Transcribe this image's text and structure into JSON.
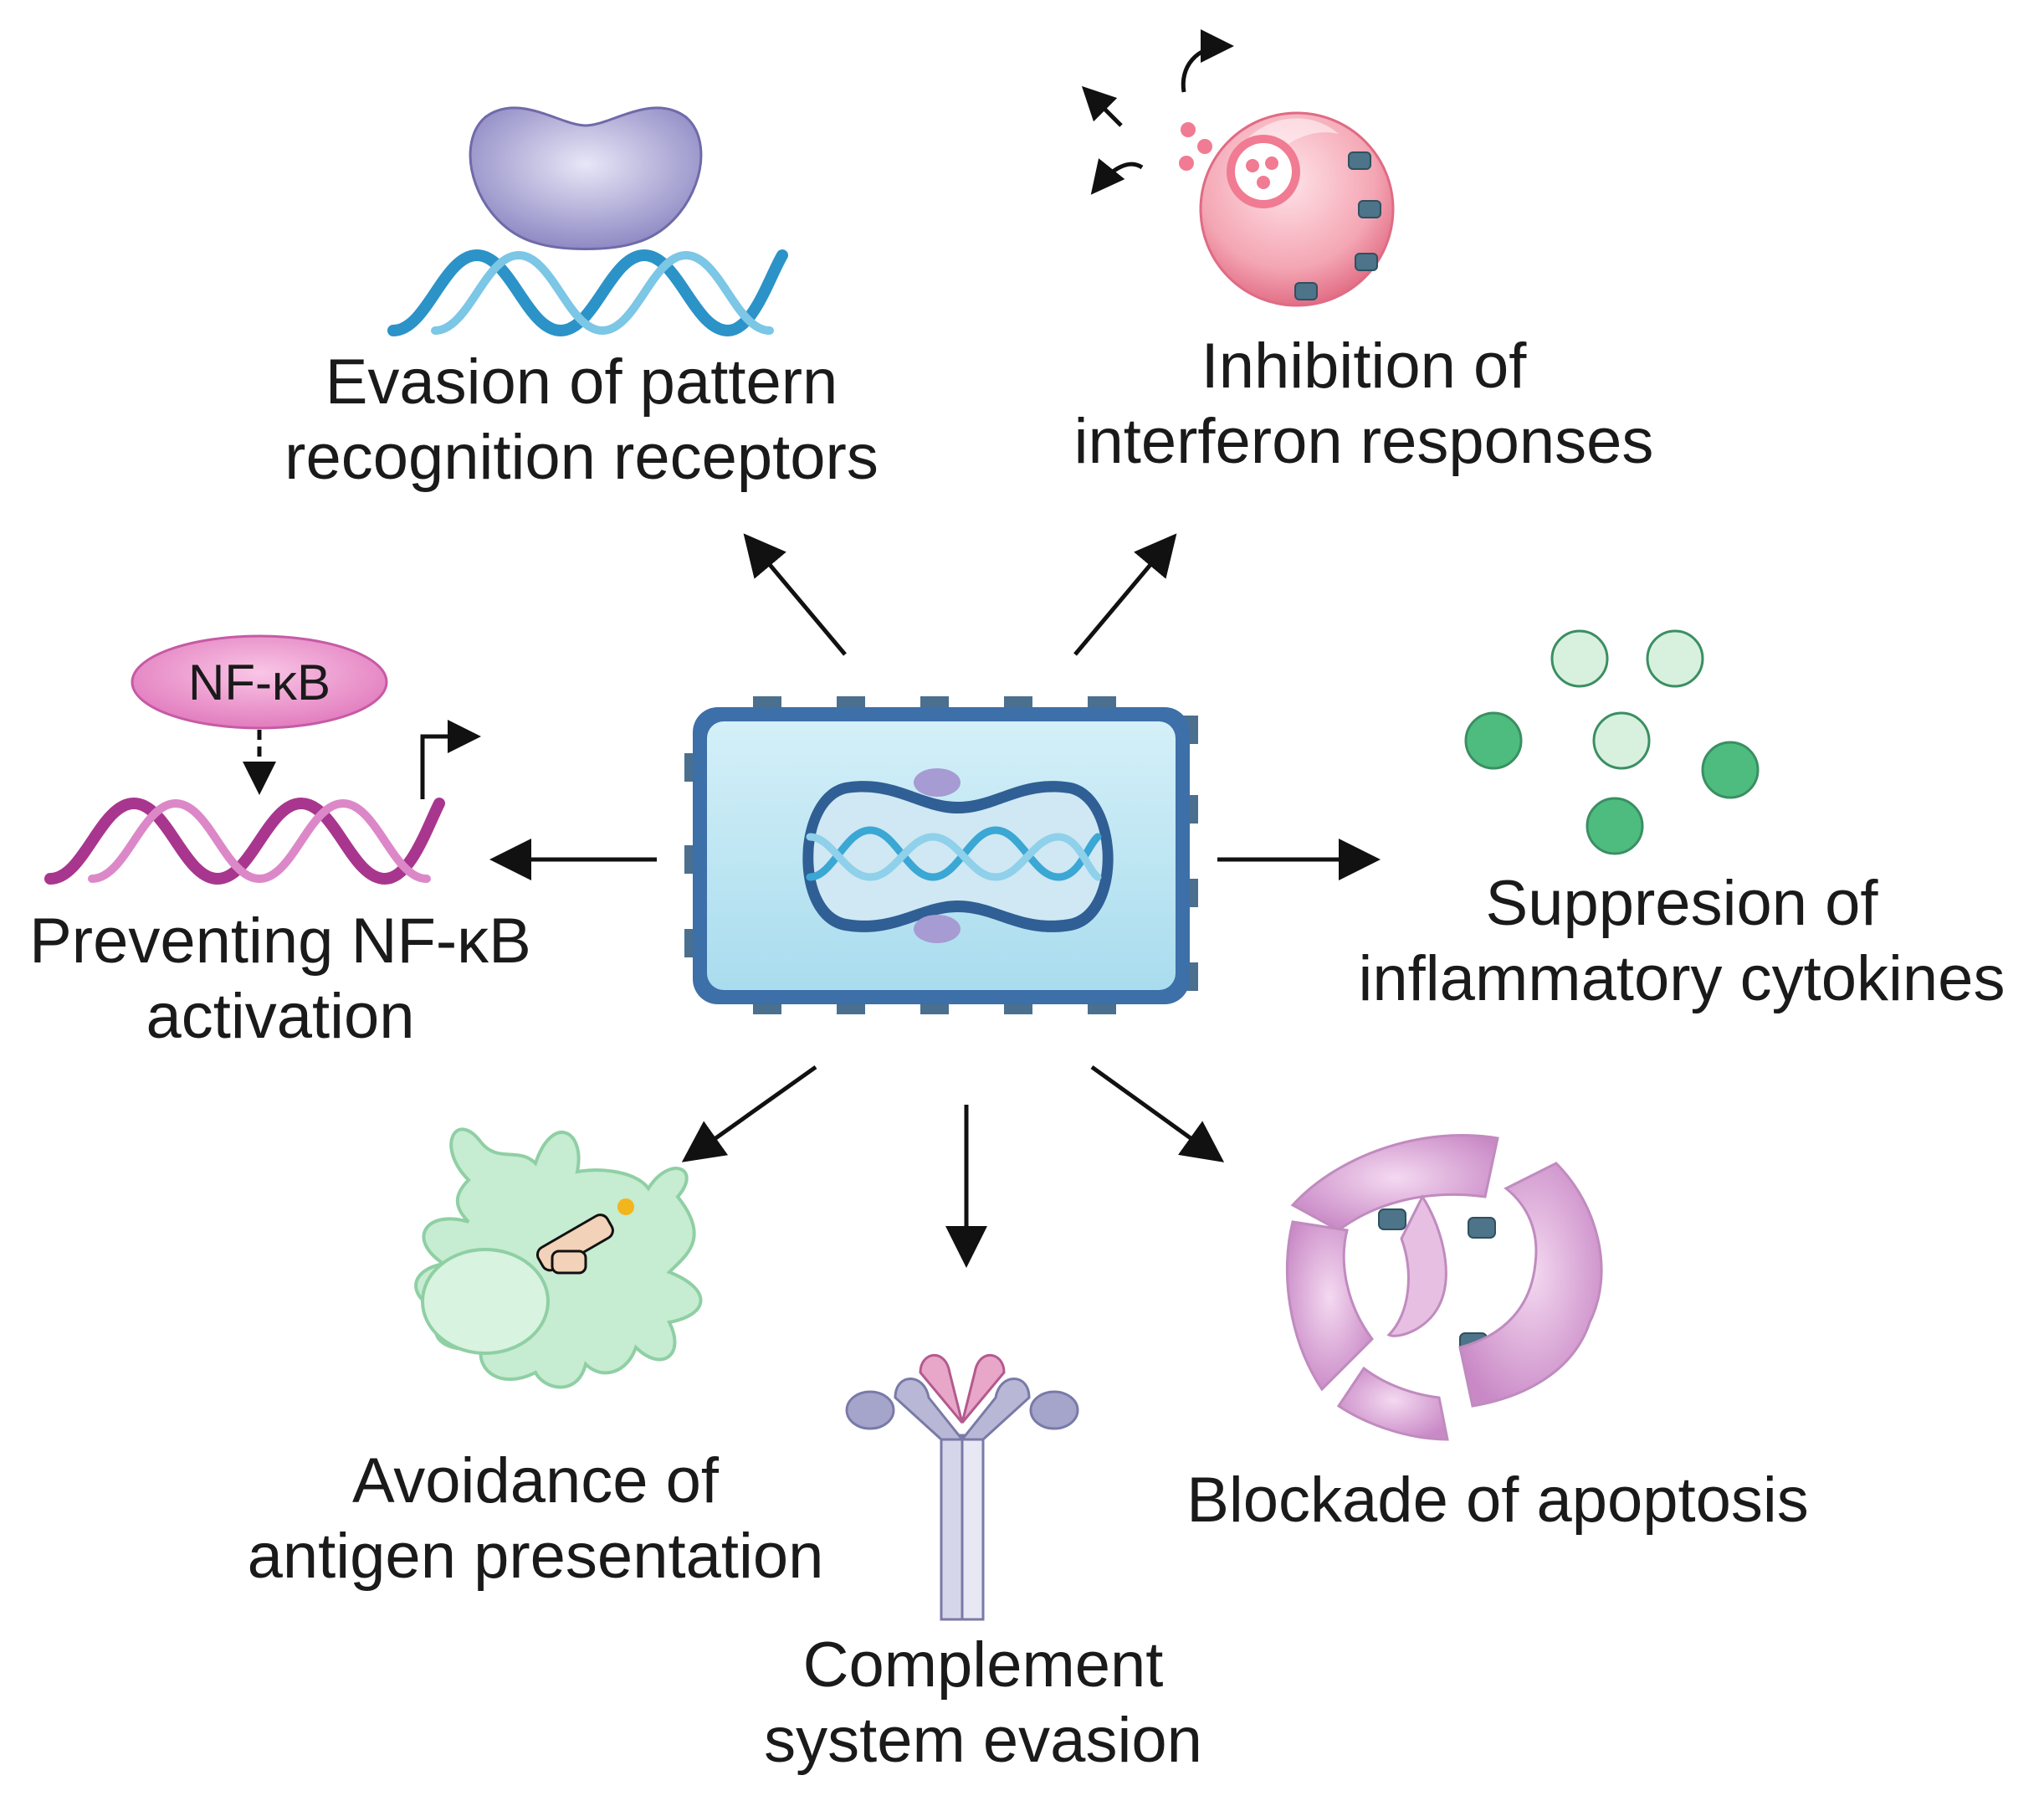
{
  "nfkb": {
    "badge": "NF-κB"
  },
  "labels": {
    "prr": [
      "Evasion of pattern",
      "recognition receptors"
    ],
    "interferon": [
      "Inhibition of",
      "interferon responses"
    ],
    "nfkb": [
      "Preventing NF-κB",
      "activation"
    ],
    "cytokines": [
      "Suppresion of",
      "inflammatory cytokines"
    ],
    "antigen": [
      "Avoidance of",
      "antigen presentation"
    ],
    "complement": [
      "Complement",
      "system evasion"
    ],
    "apoptosis": [
      "Blockade of apoptosis"
    ]
  },
  "colors": {
    "cell_wall": "#3d6fa8",
    "cell_fill": "#bfe6f2",
    "nucleoid": "#cfe8f3",
    "nucleoid_border": "#2f5f94",
    "dna_blue": "#3aa7d4",
    "dna_purple": "#b83ea3",
    "receptor": "#a9a5d6",
    "ifn_cell": "#f29bab",
    "nfkb_badge": "#ea86c6",
    "cytokine_light": "#d8f1df",
    "cytokine_dark": "#4fbc7f",
    "dendritic": "#b8e6c5",
    "antibody": "#b8b8d6",
    "apoptotic": "#d9a3d5",
    "virus": "#4d7488"
  },
  "icons": [
    "receptor-icon",
    "dna-helix-icon",
    "interferon-cell-icon",
    "nfkb-dna-icon",
    "cytokine-icon",
    "dendritic-cell-icon",
    "complement-antibody-icon",
    "apoptotic-cell-icon",
    "virus-particle-icon",
    "bacterium-icon"
  ]
}
